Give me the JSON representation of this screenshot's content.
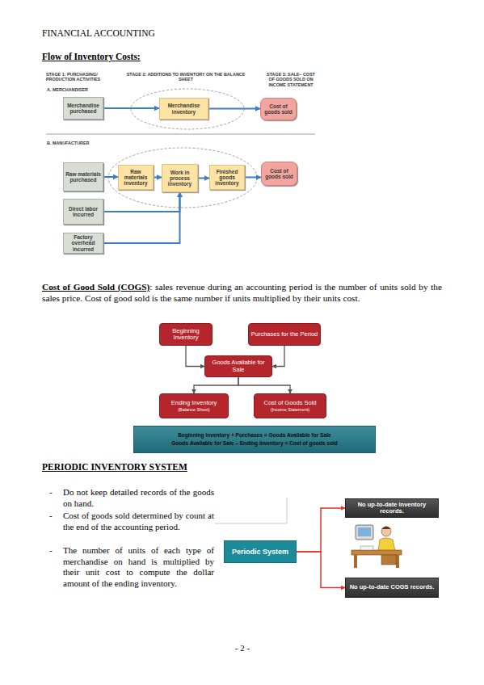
{
  "diagram": {
    "title": "Flow of Inventory Costs:",
    "nodes": [
      {
        "text": [
          "Merchandise purchased"
        ]
      },
      {
        "text": [
          "Merchandise inventory"
        ]
      },
      {
        "text": [
          "Cost of goods sold"
        ]
      },
      {
        "text": [
          "Raw materials purchased"
        ]
      },
      {
        "text": [
          "Raw materials inventory"
        ]
      },
      {
        "text": [
          "Work in process inventory"
        ]
      },
      {
        "text": [
          "Finished goods inventory"
        ]
      },
      {
        "text": [
          "Cost of goods sold"
        ]
      },
      {
        "text": [
          "Direct labor incurred"
        ]
      },
      {
        "text": [
          "Factory overhead incurred"
        ]
      },
      {
        "text": [
          "Beginning Inventory"
        ]
      },
      {
        "text": [
          "Purchases for the Period"
        ]
      },
      {
        "text": [
          "Goods Available for Sale"
        ]
      },
      {
        "text": [
          "Ending Inventory",
          "(Balance Sheet)"
        ]
      },
      {
        "text": [
          "Cost of Goods Sold",
          "(Income Statement)"
        ]
      },
      {
        "text": [
          "Beginning inventory + Purchases = Goods Available for Sale",
          "Goods Available for Sale – Ending Inventory = Cost of goods sold"
        ]
      },
      {
        "text": [
          "Periodic System"
        ]
      },
      {
        "text": [
          "No up-to-date inventory records."
        ]
      },
      {
        "text": [
          "No up-to-date COGS records."
        ]
      }
    ],
    "edges": [
      {
        "from": 0,
        "to": 1,
        "arrow": "to"
      },
      {
        "from": 1,
        "to": 2,
        "arrow": "to"
      },
      {
        "from": 3,
        "to": 4,
        "arrow": "to"
      },
      {
        "from": 4,
        "to": 5,
        "arrow": "to"
      },
      {
        "from": 5,
        "to": 6,
        "arrow": "to"
      },
      {
        "from": 6,
        "to": 7,
        "arrow": "to"
      },
      {
        "from": 8,
        "to": 5,
        "arrow": "to"
      },
      {
        "from": 9,
        "to": 5,
        "arrow": "to"
      },
      {
        "from": 10,
        "to": 12,
        "arrow": "to"
      },
      {
        "from": 11,
        "to": 12,
        "arrow": "to"
      },
      {
        "from": 12,
        "to": 13,
        "arrow": "to"
      },
      {
        "from": 12,
        "to": 14,
        "arrow": "to"
      },
      {
        "from": 16,
        "to": 17,
        "arrow": "to"
      },
      {
        "from": 16,
        "to": 18,
        "arrow": "to"
      }
    ],
    "labels": [
      "FINANCIAL ACCOUNTING",
      "STAGE 1: PURCHASING/ PRODUCTION ACTIVITIES",
      "STAGE 2: ADDITIONS TO INVENTORY ON THE BALANCE SHEET",
      "STAGE 3: SALE– COST OF GOODS SOLD ON INCOME STATEMENT",
      "A. MERCHANDISER",
      "B. MANUFACTURER",
      "Cost of Good Sold (COGS)",
      ": sales revenue during an accounting period is the number of units sold by the sales price. Cost of good sold is the same number if units multiplied by their units cost.",
      "PERIODIC INVENTORY SYSTEM",
      "-",
      "Do not keep detailed records of the goods on hand.",
      "-",
      "Cost of goods sold determined by count at the end of the accounting period.",
      "-",
      "The number of units of each type of merchandise on hand is multiplied by their unit cost to compute the dollar amount of the ending inventory.",
      "- 2 -"
    ]
  }
}
